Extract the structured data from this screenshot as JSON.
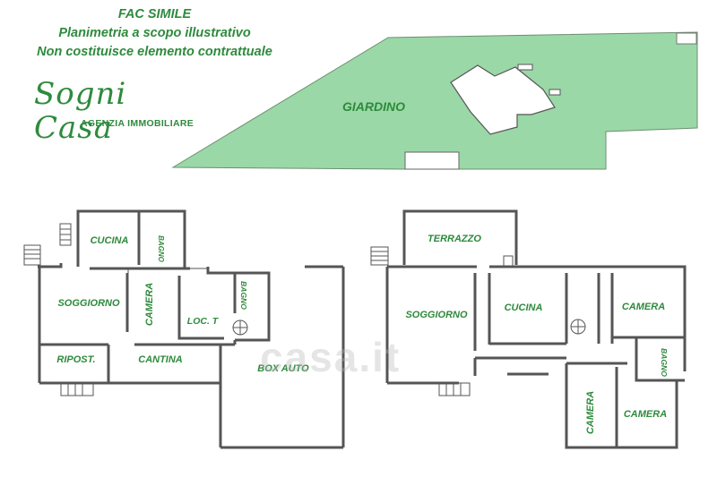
{
  "disclaimer": {
    "line1": "FAC SIMILE",
    "line2": "Planimetria a scopo illustrativo",
    "line3": "Non costituisce elemento contrattuale"
  },
  "logo": {
    "name": "Sogni Casa",
    "tagline": "AGENZIA IMMOBILIARE"
  },
  "watermark": "casa.it",
  "colors": {
    "accent": "#2e8a3c",
    "garden": "#9bd8a8",
    "wall": "#555555"
  },
  "garden": {
    "label": "GIARDINO"
  },
  "plan_left": {
    "rooms": {
      "cucina": "CUCINA",
      "bagno_small": "BAGNO",
      "soggiorno": "SOGGIORNO",
      "camera": "CAMERA",
      "bagno": "BAGNO",
      "loc_t": "LOC. T",
      "ripost": "RIPOST.",
      "cantina": "CANTINA",
      "box_auto": "BOX AUTO"
    }
  },
  "plan_right": {
    "rooms": {
      "terrazzo": "TERRAZZO",
      "soggiorno": "SOGGIORNO",
      "cucina": "CUCINA",
      "camera_1": "CAMERA",
      "bagno": "BAGNO",
      "camera_2": "CAMERA",
      "camera_3": "CAMERA"
    }
  }
}
